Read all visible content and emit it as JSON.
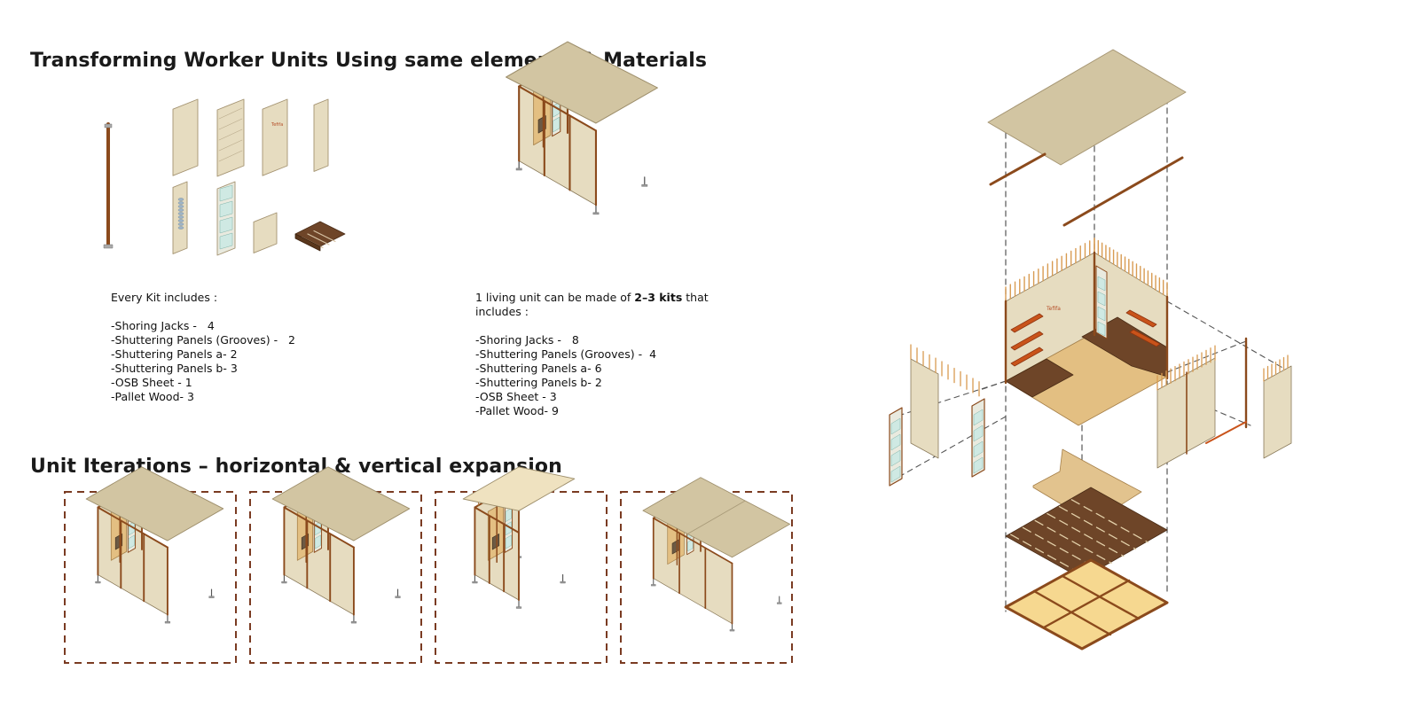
{
  "heading_transform": "Transforming Worker Units Using same elements & Materials",
  "heading_iterations": "Unit Iterations – horizontal & vertical expansion",
  "kit": {
    "intro": "Every Kit includes :",
    "items": [
      "-Shoring Jacks -   4",
      "-Shuttering Panels (Grooves) -   2",
      "-Shuttering Panels a- 2",
      "-Shuttering Panels b- 3",
      "-OSB Sheet - 1",
      "-Pallet Wood- 3"
    ]
  },
  "unit": {
    "intro_prefix": "1 living unit can be made of ",
    "intro_bold": "2–3 kits",
    "intro_suffix": " that includes :",
    "items": [
      "-Shoring Jacks -   8",
      "-Shuttering Panels (Grooves) -  4",
      "-Shuttering Panels a- 6",
      "-Shuttering Panels b- 2",
      "-OSB Sheet - 3",
      "-Pallet Wood- 9"
    ]
  },
  "panel_label": "Tefifa",
  "colors": {
    "panel": "#e6dcc0",
    "roof": "#d2c5a2",
    "wood": "#8b4a1c",
    "dark_wood": "#6e4528",
    "floor": "#e3bf82",
    "shelf": "#c9531a",
    "glass": "#cfe9e3",
    "dash_frame": "#7a3b22",
    "dash_lines": "#555555"
  }
}
